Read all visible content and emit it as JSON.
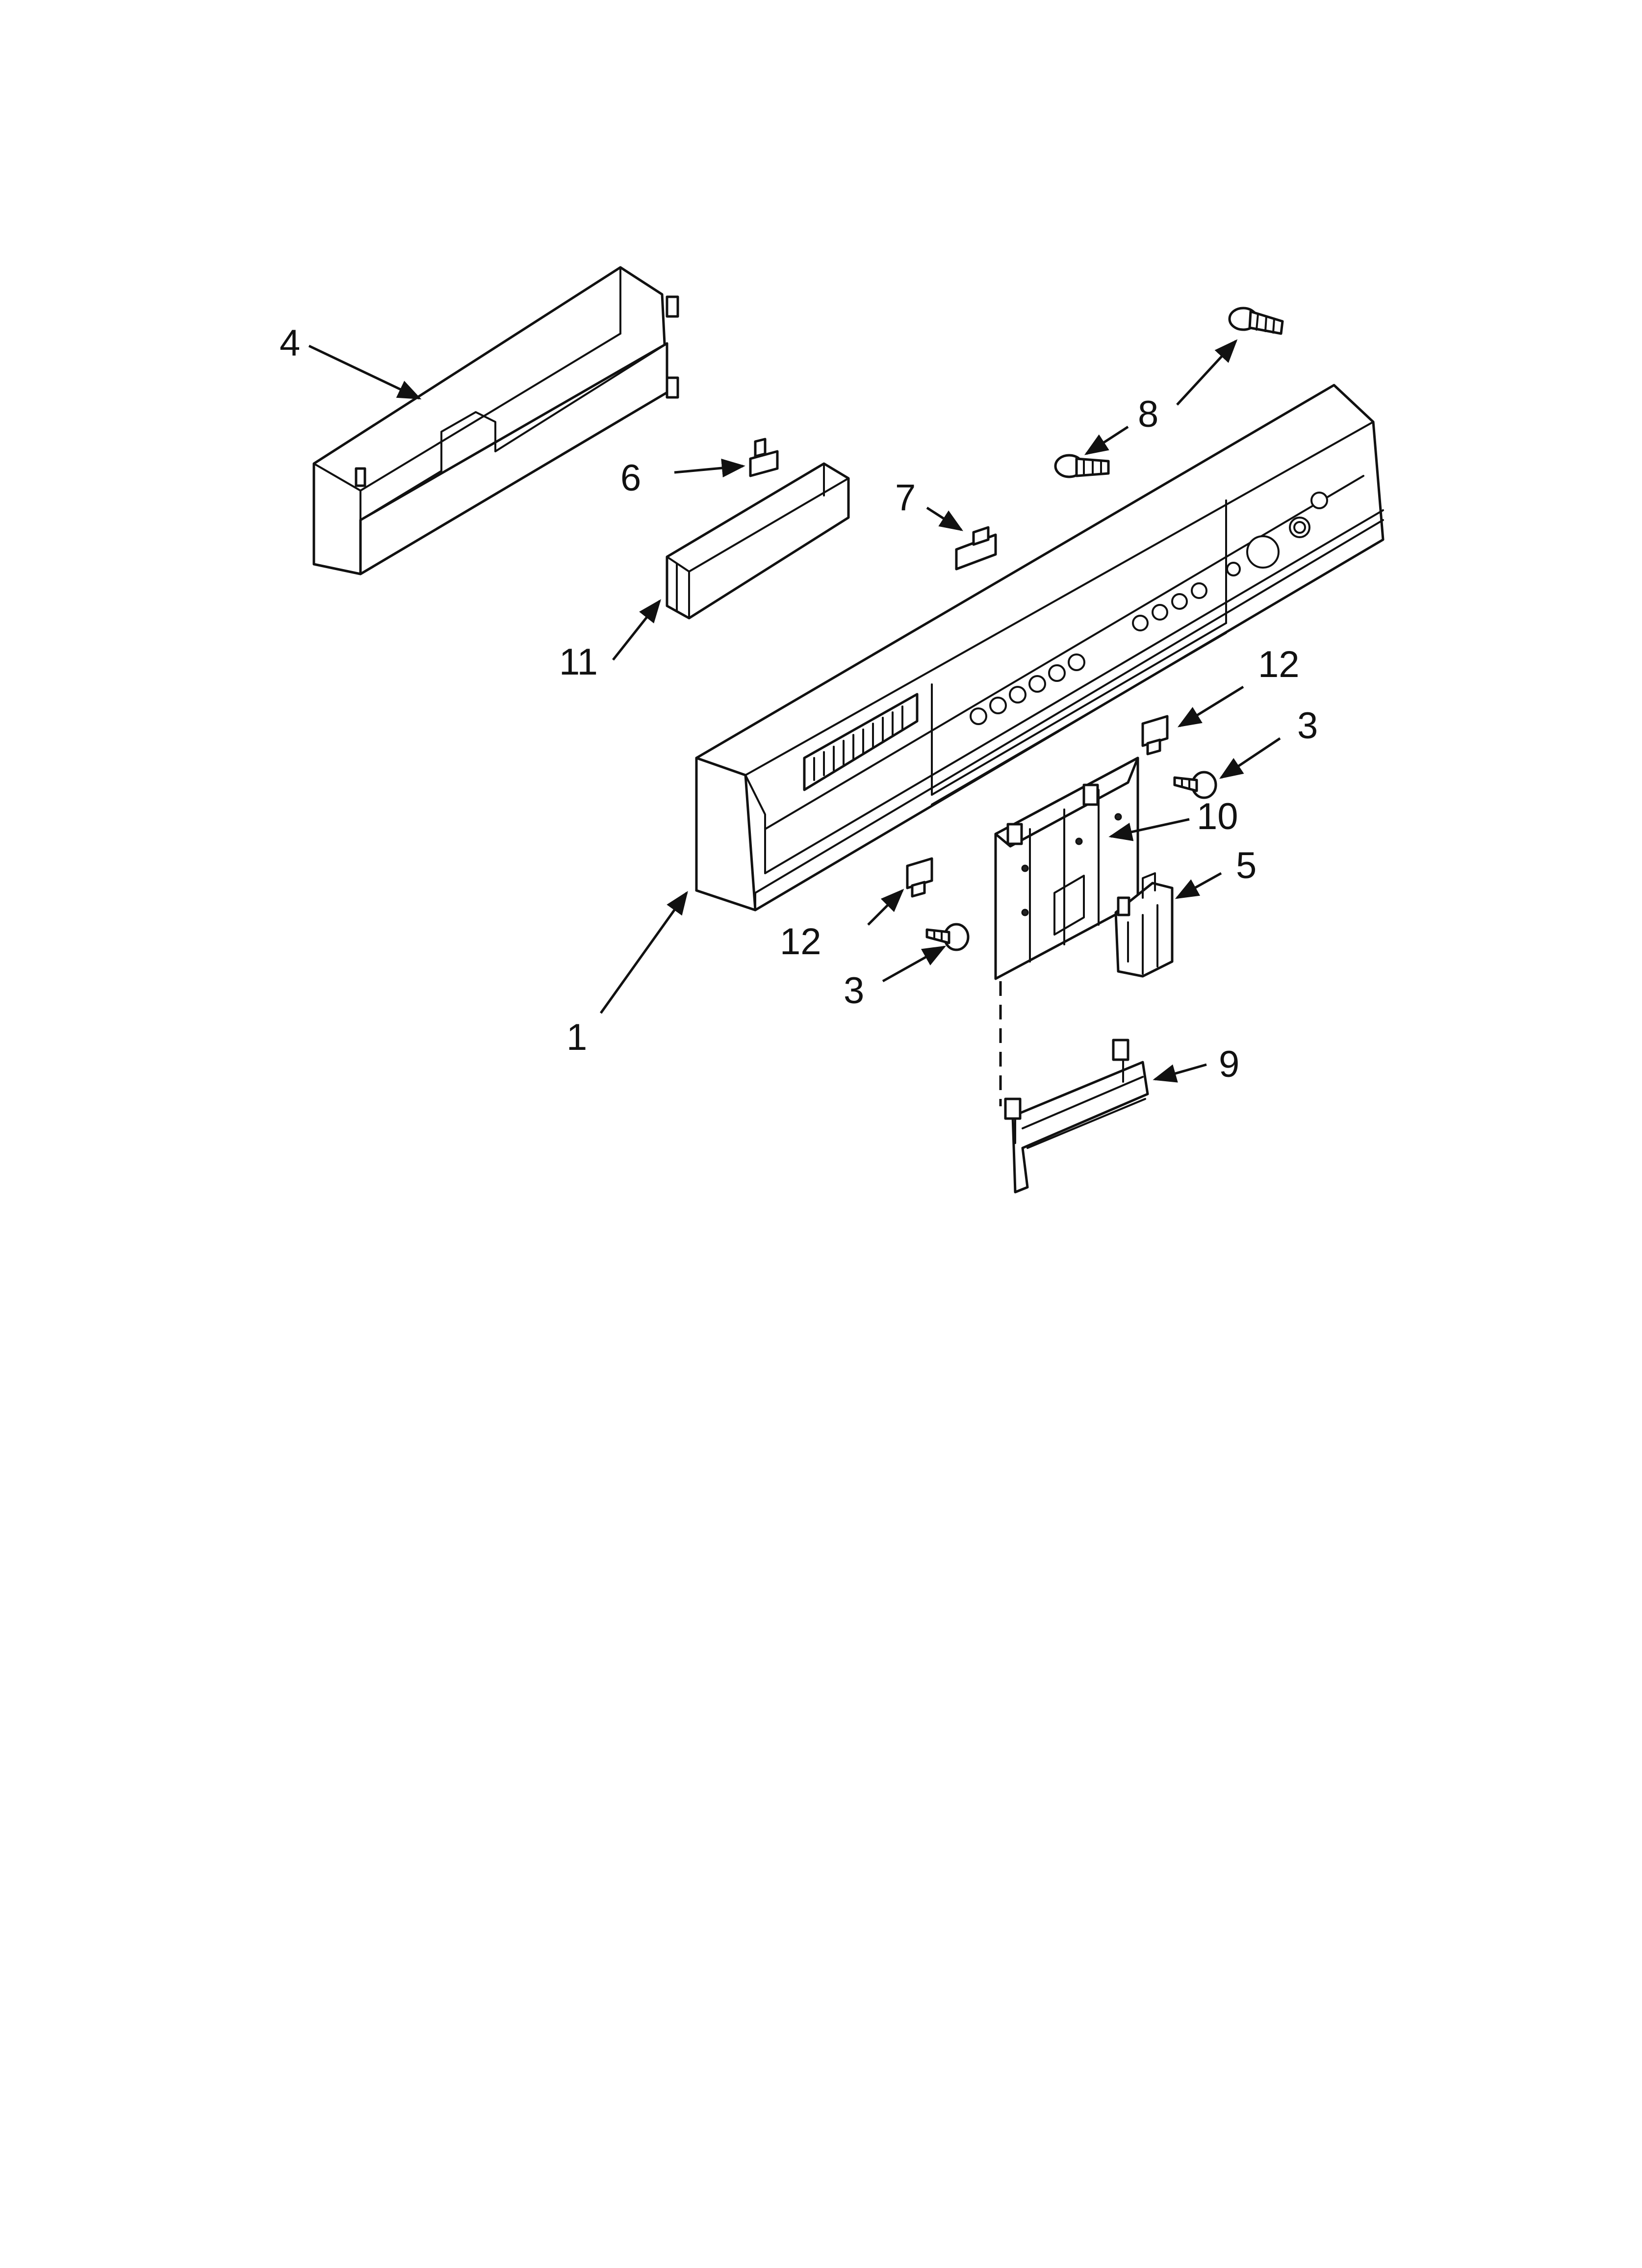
{
  "callouts": {
    "c1": "1",
    "c3a": "3",
    "c3b": "3",
    "c4": "4",
    "c5": "5",
    "c6": "6",
    "c7": "7",
    "c8": "8",
    "c9": "9",
    "c10": "10",
    "c11": "11",
    "c12a": "12",
    "c12b": "12"
  }
}
